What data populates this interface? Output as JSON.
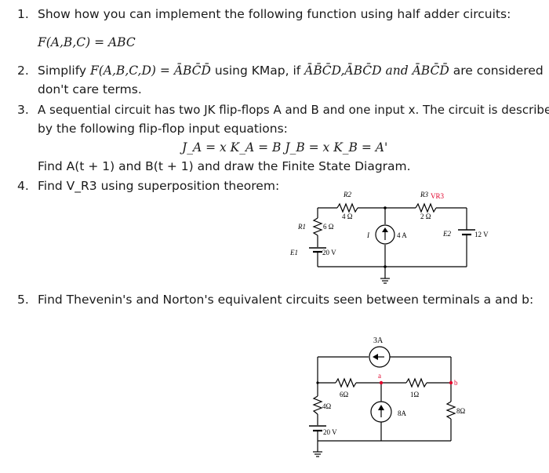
{
  "questions": [
    {
      "number": "1.",
      "text": "Show how you can implement the following function using half adder circuits:",
      "equation": "F(A,B,C) = ABC"
    },
    {
      "number": "2.",
      "text_part1": "Simplify",
      "function_lhs": "F(A,B,C,D) =",
      "minterm_main": "ĀBC̄D̄",
      "text_part2": "using KMap, if",
      "dontcare_1": "ĀB̄C̄D,",
      "dontcare_2": "ĀBC̄D",
      "and_word": "and",
      "dontcare_3": "ĀBC̄D̄",
      "text_part3": "are considered",
      "line2": "don't care terms."
    },
    {
      "number": "3.",
      "line1": "A sequential circuit has two JK flip-flops A and B and one input x. The circuit is described",
      "line2": "by the following flip-flop input equations:",
      "equations": "J_A = x   K_A = B   J_B = x   K_B = A'",
      "line3": "Find A(t + 1) and B(t + 1) and draw the Finite State Diagram."
    },
    {
      "number": "4.",
      "text": "Find V_R3 using superposition theorem:",
      "circuit": {
        "r1_label": "R1",
        "r1_value": "6 Ω",
        "r2_label": "R2",
        "r2_value": "4 Ω",
        "r3_label": "R3",
        "r3_value": "2 Ω",
        "vr3_label": "VR3",
        "e1_label": "E1",
        "e1_value": "20 V",
        "e2_label": "E2",
        "e2_value": "12 V",
        "i_label": "I",
        "i_value": "4 A",
        "colors": {
          "accent": "#e0002a",
          "wire": "#000000"
        }
      }
    },
    {
      "number": "5.",
      "text": "Find Thevenin's and Norton's equivalent circuits seen between terminals a and b:",
      "circuit": {
        "source_top": "3A",
        "r_6": "6Ω",
        "r_1": "1Ω",
        "r_4": "4Ω",
        "r_8": "8Ω",
        "source_mid": "8A",
        "battery": "20 V",
        "terminal_a": "a",
        "terminal_b": "b"
      }
    }
  ]
}
